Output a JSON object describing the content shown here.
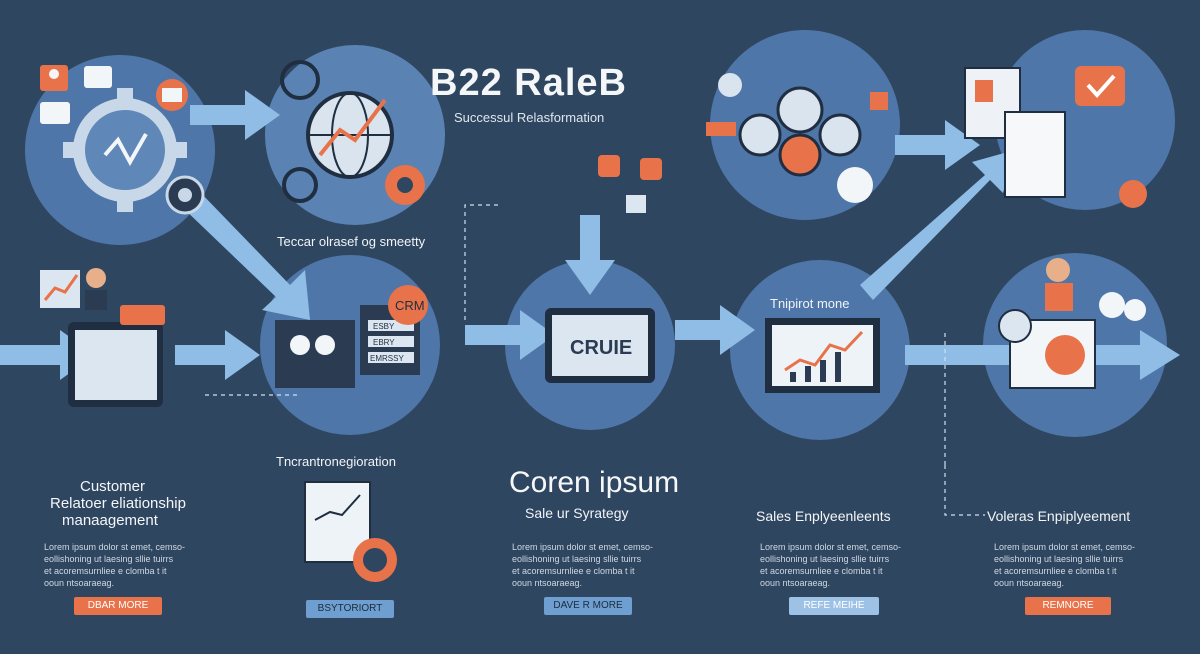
{
  "header": {
    "title": "B22 RaleB",
    "subtitle": "Successul Relasformation"
  },
  "labels": {
    "strategy": "Teccar olrasef og smeetty",
    "transformation": "Tncrantronegioration",
    "tnipirot": "Tnipirot mone",
    "crm_badge": "CRM",
    "tablet_word": "CRUIE",
    "sign_1": "ESBY",
    "sign_2": "EBRY",
    "sign_3": "EMRSSY"
  },
  "columns": [
    {
      "heading": [
        "Customer",
        "Relatoer eliationship",
        "manaagement"
      ],
      "body": [
        "Lorem ipsum dolor st emet, cemso-",
        "eollishoning ut laesing sllie tuirrs",
        "et acoremsurnliee e clomba t it",
        "ooun ntsoaraeag."
      ],
      "button": "DBAR MORE"
    },
    {
      "heading": [
        "Coren ipsum"
      ],
      "subheading": "Sale ur Syrategy",
      "body": [
        "Lorem ipsum dolor st emet, cemso-",
        "eollishoning ut laesing sllie tuirrs",
        "et acoremsurnliee e clomba t it",
        "ooun ntsoaraeag."
      ],
      "button": "DAVE R MORE"
    },
    {
      "heading": [
        "Sales Enplyeenleents"
      ],
      "body": [
        "Lorem ipsum dolor st emet, cemso-",
        "eollishoning ut laesing sllie tuirrs",
        "et acoremsurnliee e clomba t it",
        "ooun ntsoaraeag."
      ],
      "button": "REFE MEIHE"
    },
    {
      "heading": [
        "Voleras Enpiplyeement"
      ],
      "body": [
        "Lorem ipsum dolor st emet, cemso-",
        "eollishoning ut laesing sllie tuirrs",
        "et acoremsurnliee e clomba t it",
        "ooun ntsoaraeag."
      ],
      "button": "REMNORE"
    }
  ],
  "mid_button": "BSYTORIORT",
  "colors": {
    "background": "#2f4660",
    "circle": "#4f76a8",
    "arrow": "#8fbde6",
    "accent": "#e8734a"
  }
}
